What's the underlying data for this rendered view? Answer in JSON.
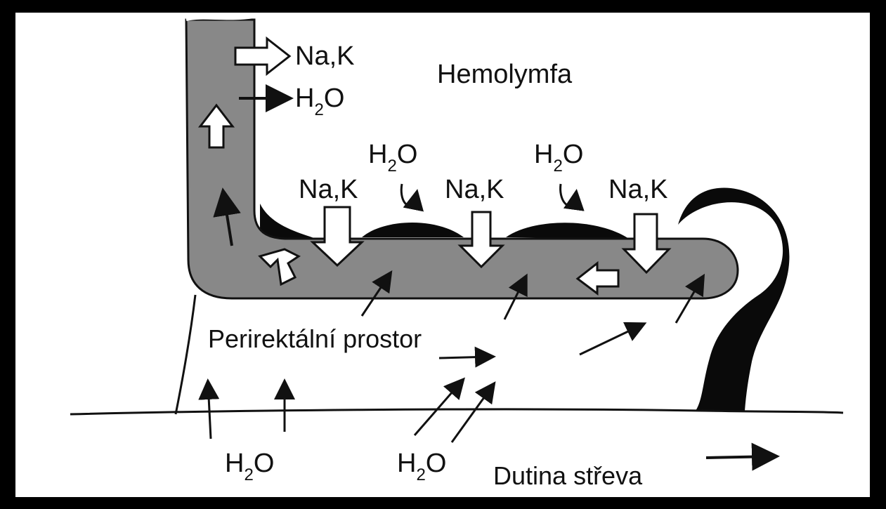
{
  "labels": {
    "na_k": "Na,K",
    "h2o_main": "H",
    "h2o_sub": "2",
    "h2o_tail": "O",
    "hemolymph": "Hemolymfa",
    "perirectal_space": "Perirektální prostor",
    "gut_lumen": "Dutina střeva"
  },
  "colors": {
    "background": "#000000",
    "panel": "#ffffff",
    "tube_fill": "#888888",
    "ink": "#111111",
    "dark_cap": "#0a0a0a"
  }
}
